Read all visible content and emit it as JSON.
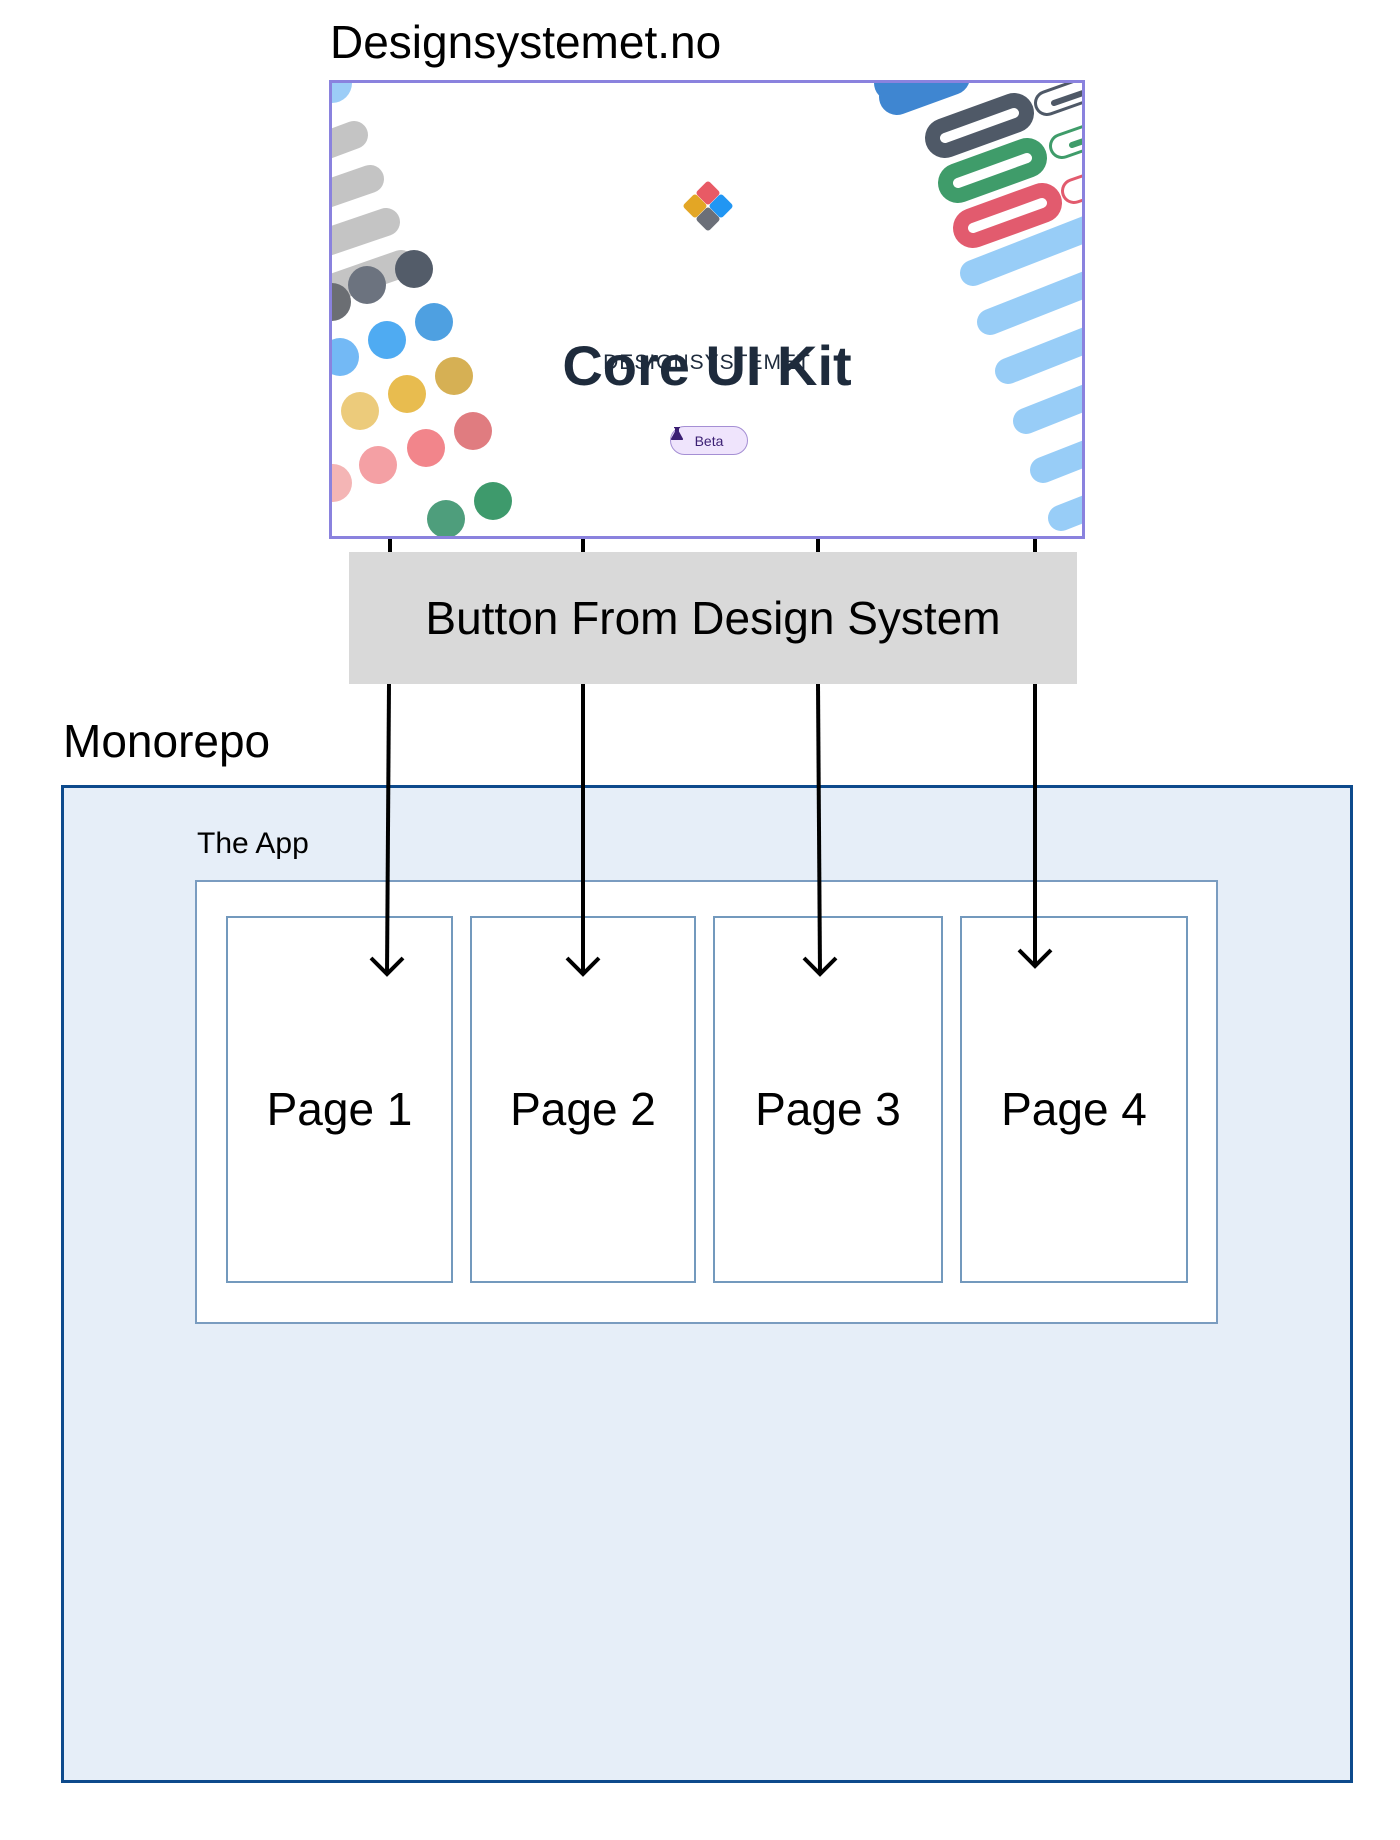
{
  "header": {
    "title": "Designsystemet.no"
  },
  "card": {
    "brand": "DESIGNSYSTEMET",
    "title": "Core UI Kit",
    "badge": {
      "label": "Beta",
      "icon": "flask-icon"
    },
    "logo_colors": [
      "#e85a65",
      "#e3a625",
      "#2196f3",
      "#6b6f78"
    ],
    "border_color": "#8a82de"
  },
  "component": {
    "label": "Button From Design System"
  },
  "monorepo": {
    "label": "Monorepo",
    "app": {
      "label": "The App",
      "pages": [
        {
          "label": "Page 1"
        },
        {
          "label": "Page 2"
        },
        {
          "label": "Page 3"
        },
        {
          "label": "Page 4"
        }
      ]
    }
  },
  "colors": {
    "monorepo_fill": "#e6eef8",
    "monorepo_border": "#0d4a8c",
    "page_border": "#7399bd",
    "component_fill": "#d9d9d9",
    "arrow": "#000000"
  }
}
